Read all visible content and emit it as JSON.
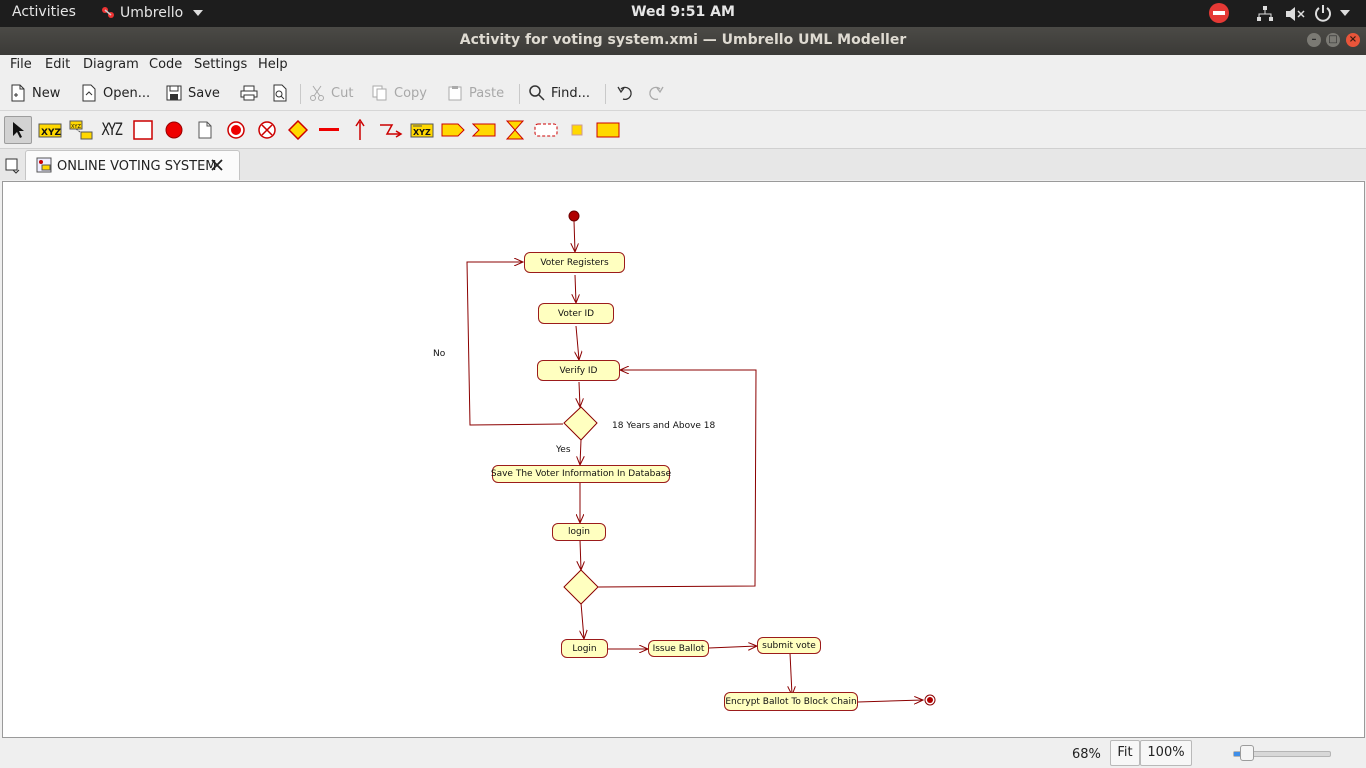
{
  "topbar": {
    "activities": "Activities",
    "app_name": "Umbrello",
    "clock": "Wed  9:51 AM"
  },
  "window": {
    "title": "Activity for voting system.xmi  — Umbrello UML Modeller"
  },
  "menu": {
    "file": "File",
    "edit": "Edit",
    "diagram": "Diagram",
    "code": "Code",
    "settings": "Settings",
    "help": "Help"
  },
  "toolbar": {
    "new": "New",
    "open": "Open...",
    "save": "Save",
    "cut": "Cut",
    "copy": "Copy",
    "paste": "Paste",
    "find": "Find..."
  },
  "toolbox": {
    "text_xyz": "XYZ"
  },
  "tab": {
    "label": "ONLINE VOTING SYSTEM"
  },
  "diagram": {
    "nodes": {
      "voter_registers": "Voter Registers",
      "voter_id": "Voter ID",
      "verify_id": "Verify ID",
      "save_info": "Save The Voter Information In Database",
      "login_small": "login",
      "login": "Login",
      "issue_ballot": "Issue Ballot",
      "submit_vote": "submit vote",
      "encrypt": "Encrypt Ballot To Block Chain"
    },
    "labels": {
      "no": "No",
      "yes": "Yes",
      "age": "18 Years and Above 18"
    }
  },
  "status": {
    "zoom": "68%",
    "fit": "Fit",
    "hundred": "100%",
    "slider_fraction": 0.08
  },
  "colors": {
    "node_fill": "#ffffc0",
    "node_border": "#9b1b1b",
    "edge": "#8b0000",
    "accent": "#3f8ee8"
  }
}
